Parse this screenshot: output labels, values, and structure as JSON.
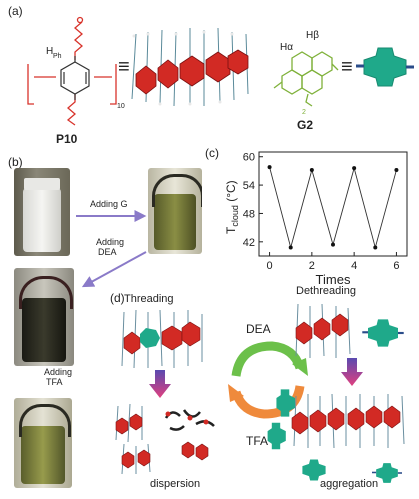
{
  "panels": {
    "a": "(a)",
    "b": "(b)",
    "c": "(c)",
    "d": "(d)"
  },
  "panel_a": {
    "hph_label": "H",
    "hph_sub": "Ph",
    "p10_label": "P10",
    "g2_label": "G2",
    "h_alpha": "Hα",
    "h_beta": "Hβ",
    "equiv": "≡",
    "n_label": "10"
  },
  "panel_b": {
    "step1": "Adding G",
    "step2a": "Adding",
    "step2b": "DEA",
    "step3a": "Adding",
    "step3b": "TFA"
  },
  "panel_d": {
    "threading": "Threading",
    "dethreading": "Dethreading",
    "dea": "DEA",
    "tfa": "TFA",
    "dispersion": "dispersion",
    "aggregation": "aggregation"
  },
  "chart_data": {
    "type": "line",
    "xlabel": "Times",
    "ylabel": "T",
    "ylabel_sub": "cloud",
    "ylabel_unit": "(°C)",
    "x": [
      0,
      1,
      2,
      3,
      4,
      5,
      6
    ],
    "values": [
      57.8,
      40.8,
      57.2,
      41.4,
      57.6,
      40.8,
      57.2
    ],
    "xlim": [
      -0.5,
      6.5
    ],
    "ylim": [
      39,
      61
    ],
    "xticks": [
      0,
      2,
      4,
      6
    ],
    "yticks": [
      42,
      48,
      54,
      60
    ],
    "grid": false
  },
  "colors": {
    "p10_red": "#d8332b",
    "g2_green": "#7fb13a",
    "teal": "#1fa98a",
    "arrow_purple": "#8a7ac8",
    "arrow_pink": "#e0407f",
    "cycle_green": "#6cc04a",
    "cycle_orange": "#ef8a3c"
  }
}
